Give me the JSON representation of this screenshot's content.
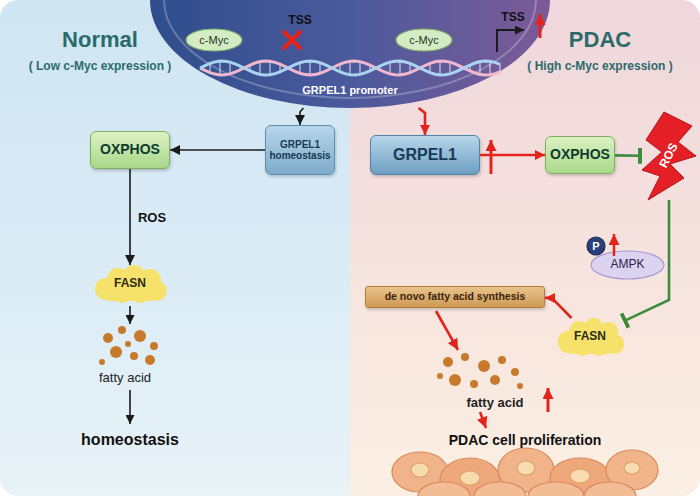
{
  "diagram": {
    "nodes": [
      {
        "text": [
          "Normal",
          "( Low c-Myc expression )"
        ]
      },
      {
        "text": [
          "PDAC",
          "( High c-Myc expression )"
        ]
      },
      {
        "text": [
          "GRPEL1 promoter"
        ]
      },
      {
        "text": [
          "c-Myc"
        ],
        "in": 2
      },
      {
        "text": [
          "c-Myc"
        ],
        "in": 2
      },
      {
        "text": [
          "GRPEL1 homeostasis"
        ],
        "in": 0
      },
      {
        "text": [
          "OXPHOS"
        ],
        "in": 0
      },
      {
        "text": [
          "FASN"
        ],
        "in": 0
      },
      {
        "text": [
          "GRPEL1"
        ],
        "in": 1
      },
      {
        "text": [
          "OXPHOS"
        ],
        "in": 1
      },
      {
        "text": [
          "ROS"
        ],
        "in": 1
      },
      {
        "text": [
          "P"
        ],
        "in": 1
      },
      {
        "text": [
          "AMPK"
        ],
        "in": 1
      },
      {
        "text": [
          "de novo fatty acid synthesis"
        ],
        "in": 1
      },
      {
        "text": [
          "FASN"
        ],
        "in": 1
      }
    ],
    "edges": [
      {
        "from": 2,
        "to": 5,
        "arrow": "to"
      },
      {
        "from": 2,
        "to": 8,
        "arrow": "to"
      },
      {
        "from": 5,
        "to": 6,
        "arrow": "to"
      },
      {
        "from": 6,
        "to": 7,
        "arrow": "to",
        "label": "ROS"
      },
      {
        "from": 8,
        "to": 9,
        "arrow": "to"
      },
      {
        "from": 9,
        "to": 10,
        "arrow": "to"
      },
      {
        "from": 10,
        "to": 14,
        "arrow": "to"
      },
      {
        "from": 14,
        "to": 13,
        "arrow": "to"
      }
    ],
    "labels": [
      "TSS",
      "TSS",
      "fatty acid",
      "homeostasis",
      "fatty acid",
      "PDAC cell proliferation"
    ]
  }
}
